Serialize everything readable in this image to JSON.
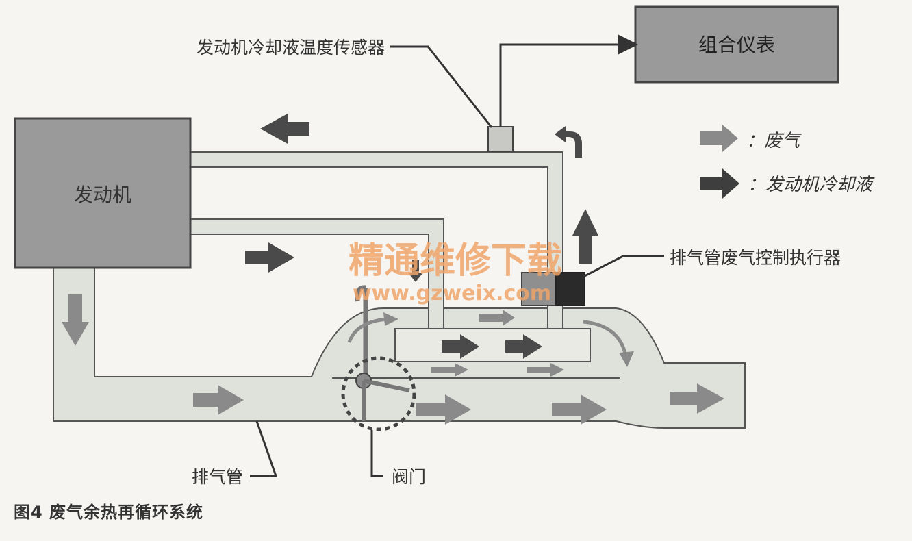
{
  "labels": {
    "sensor": "发动机冷却液温度传感器",
    "instrument": "组合仪表",
    "engine": "发动机",
    "actuator": "排气管废气控制执行器",
    "exhaust_pipe": "排气管",
    "valve": "阀门"
  },
  "legend": {
    "exhaust": "：废气",
    "coolant": "：发动机冷却液"
  },
  "watermark": {
    "line1": "精通维修下载",
    "line2": "www.gzweix.com"
  },
  "caption": "图4  废气余热再循环系统",
  "colors": {
    "box_fill": "#9a9a9a",
    "pipe_fill": "#dfe2db",
    "pipe_stroke": "#555555",
    "coolant_arrow": "#4a4a4a",
    "exhaust_arrow": "#8a8a8a",
    "line": "#333333",
    "actuator_dark": "#2a2a2a",
    "watermark": "#f0a46a"
  }
}
